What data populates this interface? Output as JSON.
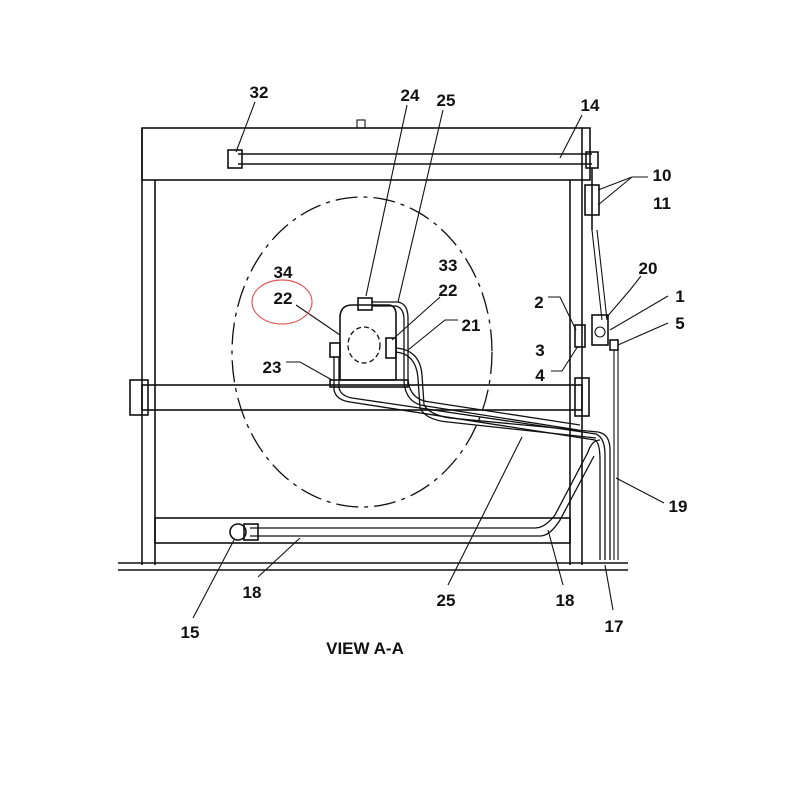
{
  "title": "VIEW A-A",
  "callouts": {
    "c32": "32",
    "c24": "24",
    "c25_top": "25",
    "c14": "14",
    "c10": "10",
    "c11": "11",
    "c34": "34",
    "c22_left": "22",
    "c33": "33",
    "c22_right": "22",
    "c21": "21",
    "c20": "20",
    "c1": "1",
    "c2": "2",
    "c5": "5",
    "c3": "3",
    "c4": "4",
    "c23": "23",
    "c19": "19",
    "c18_left": "18",
    "c15": "15",
    "c25_bottom": "25",
    "c18_right": "18",
    "c17": "17"
  },
  "colors": {
    "line": "#111111",
    "highlight": "#e05a5a"
  }
}
